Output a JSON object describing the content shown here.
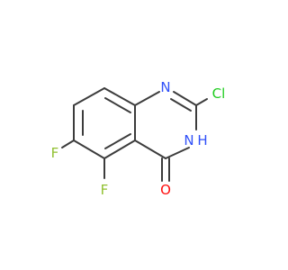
{
  "molecule": {
    "atoms": {
      "n1": "N",
      "cl": "Cl",
      "n3": "N",
      "h3": "H",
      "o": "O",
      "f5": "F",
      "f6": "F"
    },
    "colors": {
      "bond": "#3c3c3c",
      "nitrogen": "#3050f8",
      "chlorine": "#1fcc1f",
      "oxygen": "#ff0d0d",
      "fluorine": "#90c030"
    }
  }
}
